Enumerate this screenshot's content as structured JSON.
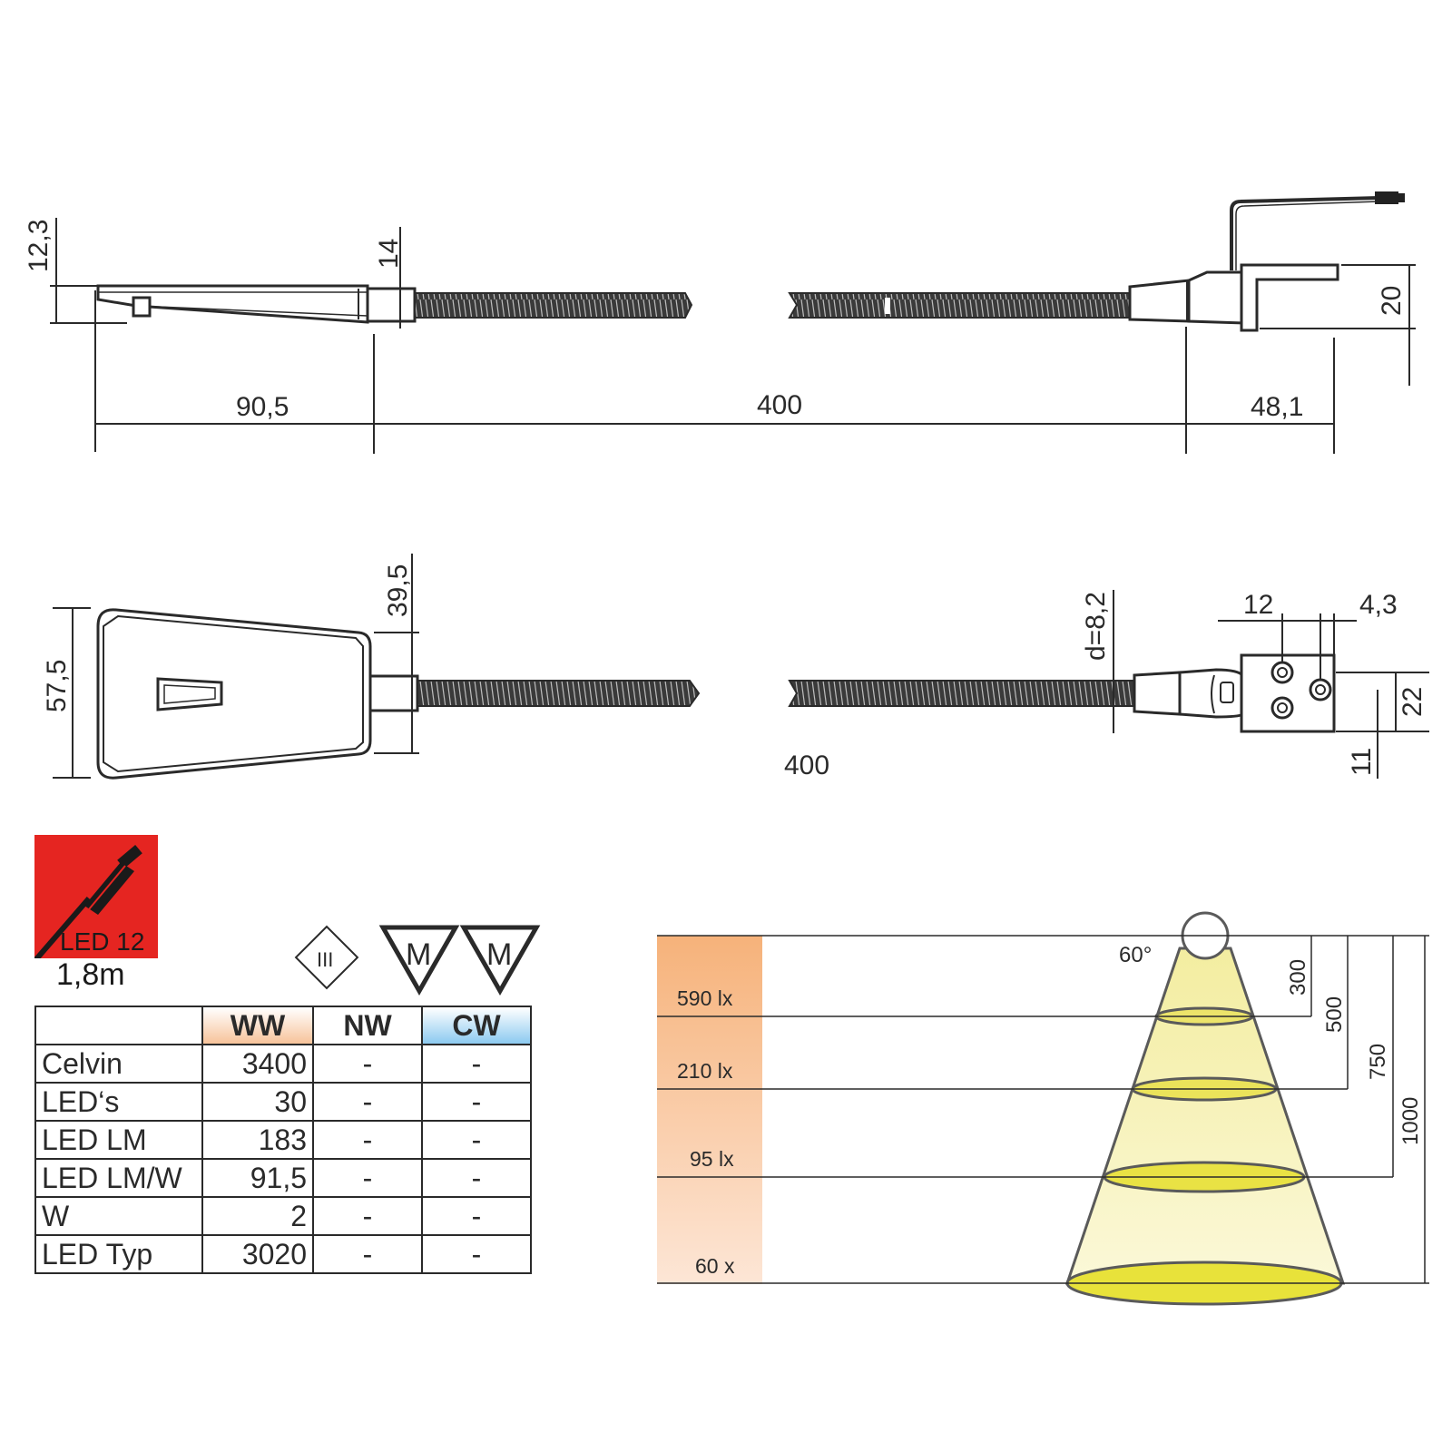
{
  "side_view": {
    "dims": {
      "height_left": "12,3",
      "neck": "14",
      "height_right": "20",
      "length_head": "90,5",
      "length_arm": "400",
      "length_tail": "48,1"
    }
  },
  "top_view": {
    "dims": {
      "head_width": "57,5",
      "neck_width": "39,5",
      "diameter": "d=8,2",
      "hole_spacing": "12",
      "edge_offset": "4,3",
      "block_height": "22",
      "hole_offset": "11",
      "length_arm": "400"
    }
  },
  "badge": {
    "label": "LED 12",
    "cable_length": "1,8m",
    "color": "#e52521"
  },
  "symbols": {
    "class_symbol": "III",
    "mount_symbol_1": "M",
    "mount_symbol_2": "M"
  },
  "spec_table": {
    "headers": [
      "",
      "WW",
      "NW",
      "CW"
    ],
    "header_colors": {
      "ww": "#f7c39a",
      "cw": "#8ccaf0"
    },
    "rows": [
      {
        "label": "Celvin",
        "ww": "3400",
        "nw": "-",
        "cw": "-"
      },
      {
        "label": "LED‘s",
        "ww": "30",
        "nw": "-",
        "cw": "-"
      },
      {
        "label": "LED LM",
        "ww": "183",
        "nw": "-",
        "cw": "-"
      },
      {
        "label": "LED LM/W",
        "ww": "91,5",
        "nw": "-",
        "cw": "-"
      },
      {
        "label": "W",
        "ww": "2",
        "nw": "-",
        "cw": "-"
      },
      {
        "label": "LED Typ",
        "ww": "3020",
        "nw": "-",
        "cw": "-"
      }
    ]
  },
  "light_cone": {
    "beam_angle": "60°",
    "levels": [
      {
        "distance": "300",
        "lux": "590 lx"
      },
      {
        "distance": "500",
        "lux": "210 lx"
      },
      {
        "distance": "750",
        "lux": "95 lx"
      },
      {
        "distance": "1000",
        "lux": "60 x"
      }
    ],
    "colors": {
      "lux_band": "#f6b27a",
      "cone": "#f5f0a0",
      "disc": "#e8e23a"
    }
  }
}
